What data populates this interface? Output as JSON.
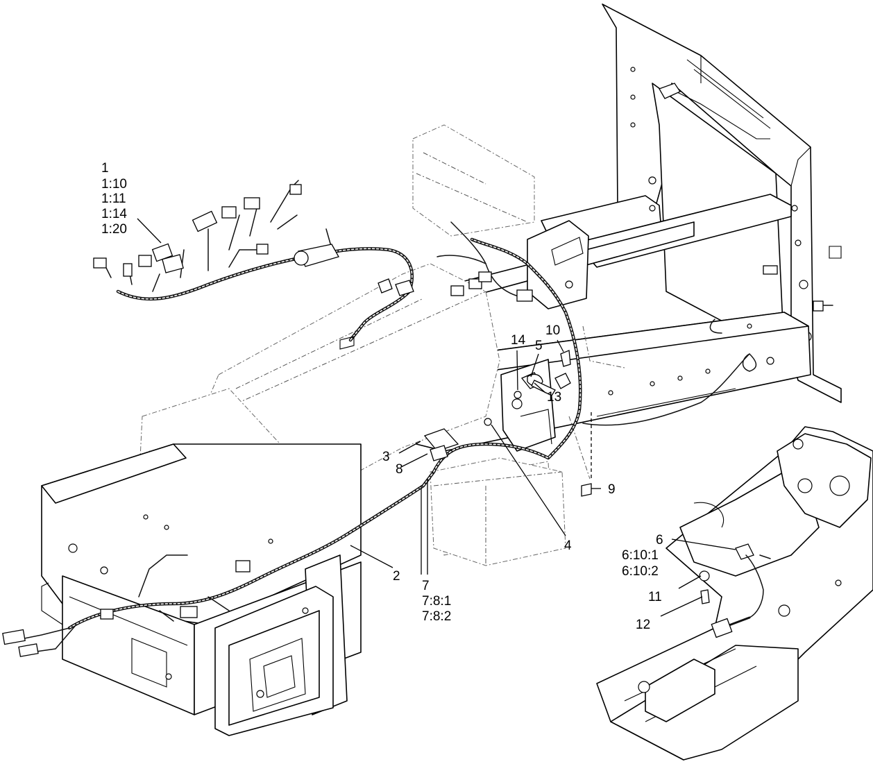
{
  "callouts": {
    "c1": [
      "1",
      "1:10",
      "1:11",
      "1:14",
      "1:20"
    ],
    "c2": "2",
    "c3": "3",
    "c4": "4",
    "c5": "5",
    "c6": [
      "6",
      "6:10:1",
      "6:10:2"
    ],
    "c7": [
      "7",
      "7:8:1",
      "7:8:2"
    ],
    "c8": "8",
    "c9": "9",
    "c10": "10",
    "c11": "11",
    "c12": "12",
    "c13": "13",
    "c14": "14"
  }
}
